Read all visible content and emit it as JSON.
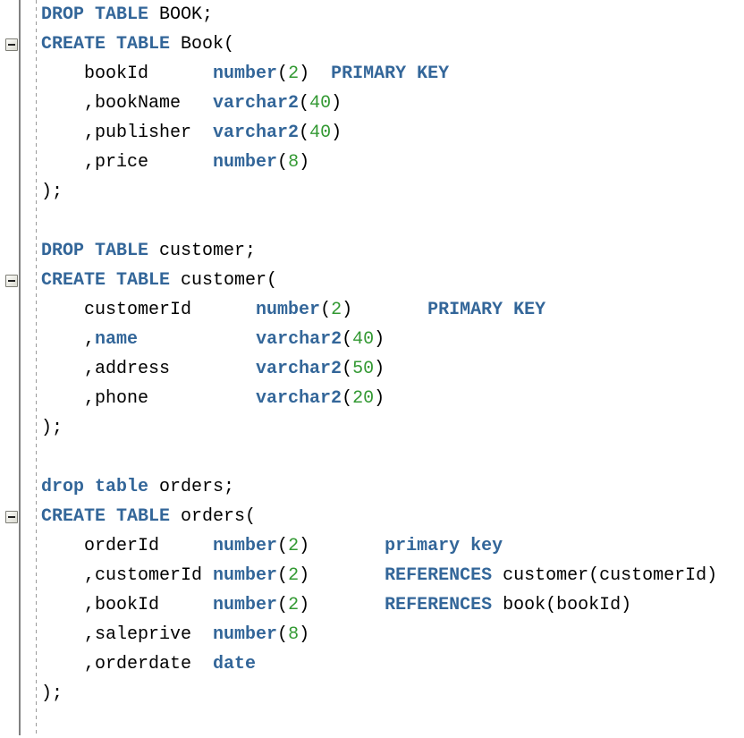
{
  "colors": {
    "keyword": "#336699",
    "number_literal": "#339933",
    "plain_text": "#000000",
    "gutter_divider": "#808080",
    "fold_guide": "#9a9a9a"
  },
  "gutter": {
    "fold_marker_glyph": "minus",
    "fold_markers": [
      {
        "line": 2
      },
      {
        "line": 10
      },
      {
        "line": 18
      }
    ]
  },
  "code": {
    "lines": [
      {
        "segments": [
          {
            "c": "kw",
            "t": "DROP TABLE"
          },
          {
            "c": "pl",
            "t": " BOOK;"
          }
        ]
      },
      {
        "segments": [
          {
            "c": "kw",
            "t": "CREATE TABLE"
          },
          {
            "c": "pl",
            "t": " Book("
          }
        ]
      },
      {
        "segments": [
          {
            "c": "pl",
            "t": "    bookId      "
          },
          {
            "c": "kw",
            "t": "number"
          },
          {
            "c": "pl",
            "t": "("
          },
          {
            "c": "num",
            "t": "2"
          },
          {
            "c": "pl",
            "t": ")  "
          },
          {
            "c": "kw",
            "t": "PRIMARY KEY"
          }
        ]
      },
      {
        "segments": [
          {
            "c": "pl",
            "t": "    ,bookName   "
          },
          {
            "c": "kw",
            "t": "varchar2"
          },
          {
            "c": "pl",
            "t": "("
          },
          {
            "c": "num",
            "t": "40"
          },
          {
            "c": "pl",
            "t": ")"
          }
        ]
      },
      {
        "segments": [
          {
            "c": "pl",
            "t": "    ,publisher  "
          },
          {
            "c": "kw",
            "t": "varchar2"
          },
          {
            "c": "pl",
            "t": "("
          },
          {
            "c": "num",
            "t": "40"
          },
          {
            "c": "pl",
            "t": ")"
          }
        ]
      },
      {
        "segments": [
          {
            "c": "pl",
            "t": "    ,price      "
          },
          {
            "c": "kw",
            "t": "number"
          },
          {
            "c": "pl",
            "t": "("
          },
          {
            "c": "num",
            "t": "8"
          },
          {
            "c": "pl",
            "t": ")"
          }
        ]
      },
      {
        "segments": [
          {
            "c": "pl",
            "t": ");"
          }
        ]
      },
      {
        "segments": []
      },
      {
        "segments": [
          {
            "c": "kw",
            "t": "DROP TABLE"
          },
          {
            "c": "pl",
            "t": " customer;"
          }
        ]
      },
      {
        "segments": [
          {
            "c": "kw",
            "t": "CREATE TABLE"
          },
          {
            "c": "pl",
            "t": " customer("
          }
        ]
      },
      {
        "segments": [
          {
            "c": "pl",
            "t": "    customerId      "
          },
          {
            "c": "kw",
            "t": "number"
          },
          {
            "c": "pl",
            "t": "("
          },
          {
            "c": "num",
            "t": "2"
          },
          {
            "c": "pl",
            "t": ")       "
          },
          {
            "c": "kw",
            "t": "PRIMARY KEY"
          }
        ]
      },
      {
        "segments": [
          {
            "c": "pl",
            "t": "    ,"
          },
          {
            "c": "kw",
            "t": "name"
          },
          {
            "c": "pl",
            "t": "           "
          },
          {
            "c": "kw",
            "t": "varchar2"
          },
          {
            "c": "pl",
            "t": "("
          },
          {
            "c": "num",
            "t": "40"
          },
          {
            "c": "pl",
            "t": ")"
          }
        ]
      },
      {
        "segments": [
          {
            "c": "pl",
            "t": "    ,address        "
          },
          {
            "c": "kw",
            "t": "varchar2"
          },
          {
            "c": "pl",
            "t": "("
          },
          {
            "c": "num",
            "t": "50"
          },
          {
            "c": "pl",
            "t": ")"
          }
        ]
      },
      {
        "segments": [
          {
            "c": "pl",
            "t": "    ,phone          "
          },
          {
            "c": "kw",
            "t": "varchar2"
          },
          {
            "c": "pl",
            "t": "("
          },
          {
            "c": "num",
            "t": "20"
          },
          {
            "c": "pl",
            "t": ")"
          }
        ]
      },
      {
        "segments": [
          {
            "c": "pl",
            "t": ");"
          }
        ]
      },
      {
        "segments": []
      },
      {
        "segments": [
          {
            "c": "kw",
            "t": "drop table"
          },
          {
            "c": "pl",
            "t": " orders;"
          }
        ]
      },
      {
        "segments": [
          {
            "c": "kw",
            "t": "CREATE TABLE"
          },
          {
            "c": "pl",
            "t": " orders("
          }
        ]
      },
      {
        "segments": [
          {
            "c": "pl",
            "t": "    orderId     "
          },
          {
            "c": "kw",
            "t": "number"
          },
          {
            "c": "pl",
            "t": "("
          },
          {
            "c": "num",
            "t": "2"
          },
          {
            "c": "pl",
            "t": ")       "
          },
          {
            "c": "kw",
            "t": "primary key"
          }
        ]
      },
      {
        "segments": [
          {
            "c": "pl",
            "t": "    ,customerId "
          },
          {
            "c": "kw",
            "t": "number"
          },
          {
            "c": "pl",
            "t": "("
          },
          {
            "c": "num",
            "t": "2"
          },
          {
            "c": "pl",
            "t": ")       "
          },
          {
            "c": "kw",
            "t": "REFERENCES"
          },
          {
            "c": "pl",
            "t": " customer(customerId)"
          }
        ]
      },
      {
        "segments": [
          {
            "c": "pl",
            "t": "    ,bookId     "
          },
          {
            "c": "kw",
            "t": "number"
          },
          {
            "c": "pl",
            "t": "("
          },
          {
            "c": "num",
            "t": "2"
          },
          {
            "c": "pl",
            "t": ")       "
          },
          {
            "c": "kw",
            "t": "REFERENCES"
          },
          {
            "c": "pl",
            "t": " book(bookId)"
          }
        ]
      },
      {
        "segments": [
          {
            "c": "pl",
            "t": "    ,saleprive  "
          },
          {
            "c": "kw",
            "t": "number"
          },
          {
            "c": "pl",
            "t": "("
          },
          {
            "c": "num",
            "t": "8"
          },
          {
            "c": "pl",
            "t": ")"
          }
        ]
      },
      {
        "segments": [
          {
            "c": "pl",
            "t": "    ,orderdate  "
          },
          {
            "c": "kw",
            "t": "date"
          }
        ]
      },
      {
        "segments": [
          {
            "c": "pl",
            "t": ");"
          }
        ]
      },
      {
        "segments": []
      }
    ]
  }
}
